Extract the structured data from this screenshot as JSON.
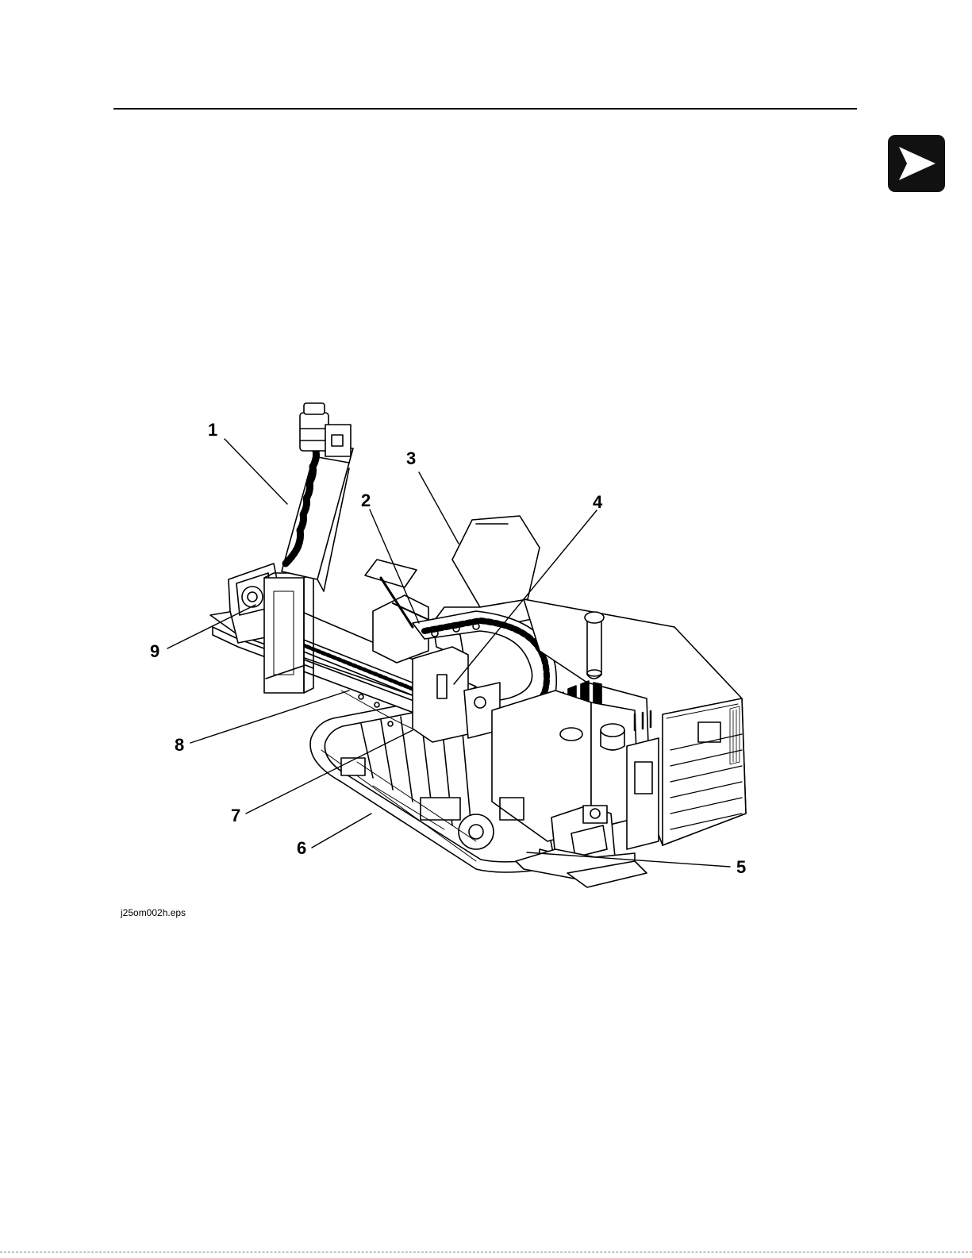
{
  "navigation": {
    "next_page_icon": "play-arrow-icon"
  },
  "figure": {
    "callouts": [
      "1",
      "2",
      "3",
      "4",
      "5",
      "6",
      "7",
      "8",
      "9"
    ],
    "filename": "j25om002h.eps"
  },
  "colors": {
    "ink": "#000000",
    "tab": "#111111",
    "paper": "#ffffff"
  }
}
